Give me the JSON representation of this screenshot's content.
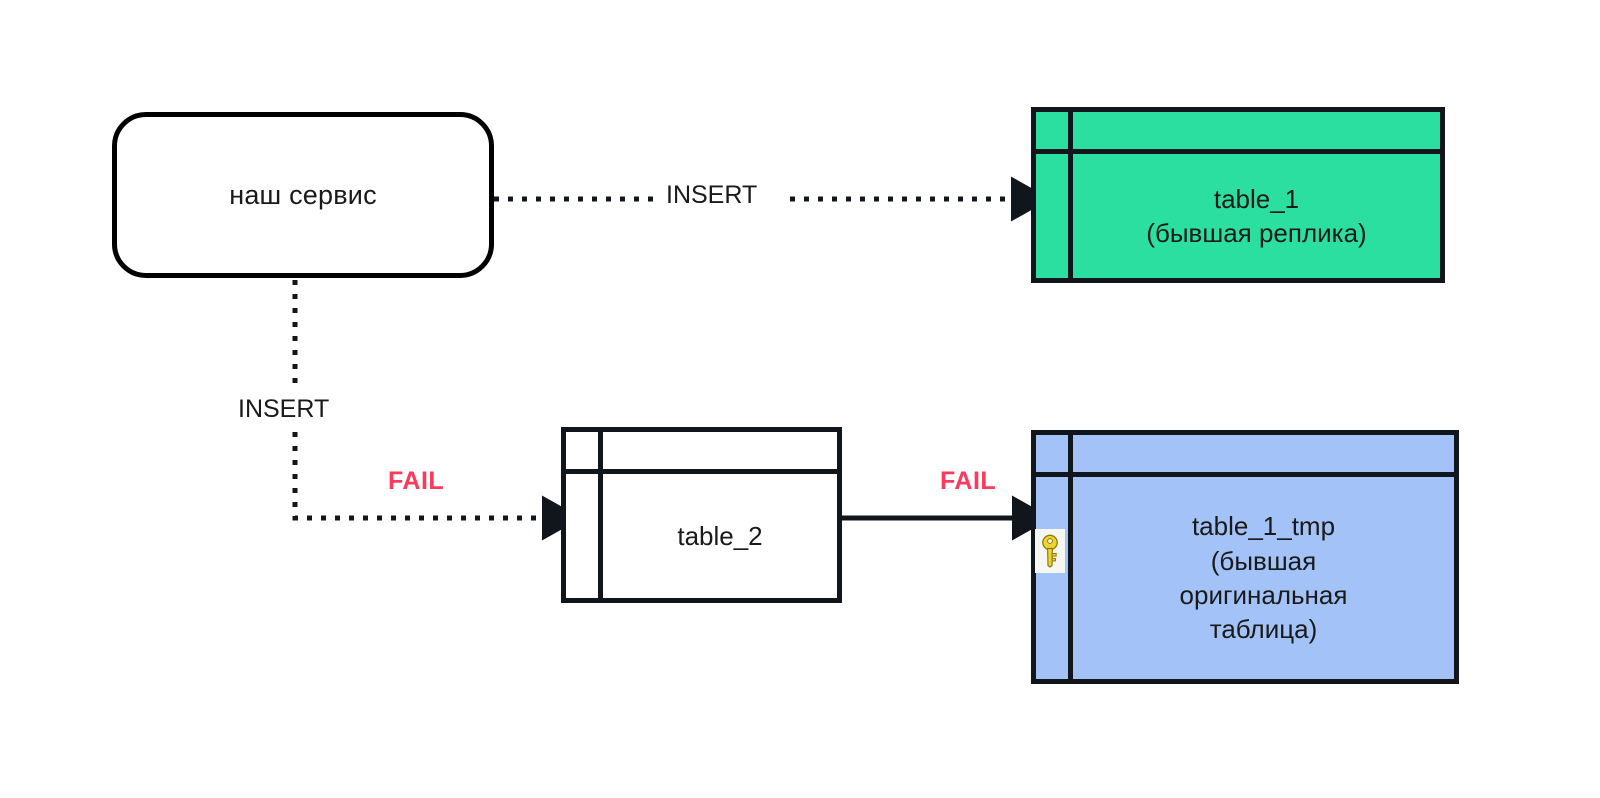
{
  "diagram": {
    "title": "database table migration failure flow",
    "background": "#ffffff",
    "colors": {
      "stroke": "#11161c",
      "table_1_fill": "#2bdfa0",
      "table_1_tmp_fill": "#a3c2f7",
      "table_2_fill": "#ffffff",
      "fail_text": "#fb3a5d",
      "key_icon": "#e8c92a"
    },
    "nodes": [
      {
        "id": "service",
        "shape": "rounded-rect",
        "label": "наш сервис"
      },
      {
        "id": "table_1",
        "shape": "table",
        "label": "table_1\n(бывшая реплика)",
        "fill": "#2bdfa0",
        "has_key_icon": false
      },
      {
        "id": "table_2",
        "shape": "table",
        "label": "table_2",
        "fill": "#ffffff",
        "has_key_icon": false
      },
      {
        "id": "table_1_tmp",
        "shape": "table",
        "label": "table_1_tmp\n(бывшая\nоригинальная\nтаблица)",
        "fill": "#a3c2f7",
        "has_key_icon": true,
        "key_icon_name": "key-icon"
      }
    ],
    "edges": [
      {
        "id": "service-to-table1",
        "from": "service",
        "to": "table_1",
        "style": "dotted",
        "label": "INSERT"
      },
      {
        "id": "service-to-table2",
        "from": "service",
        "to": "table_2",
        "style": "dotted",
        "label": "INSERT",
        "secondary_label": "FAIL"
      },
      {
        "id": "table2-to-table1tmp",
        "from": "table_2",
        "to": "table_1_tmp",
        "style": "solid",
        "label": "FAIL"
      }
    ]
  }
}
